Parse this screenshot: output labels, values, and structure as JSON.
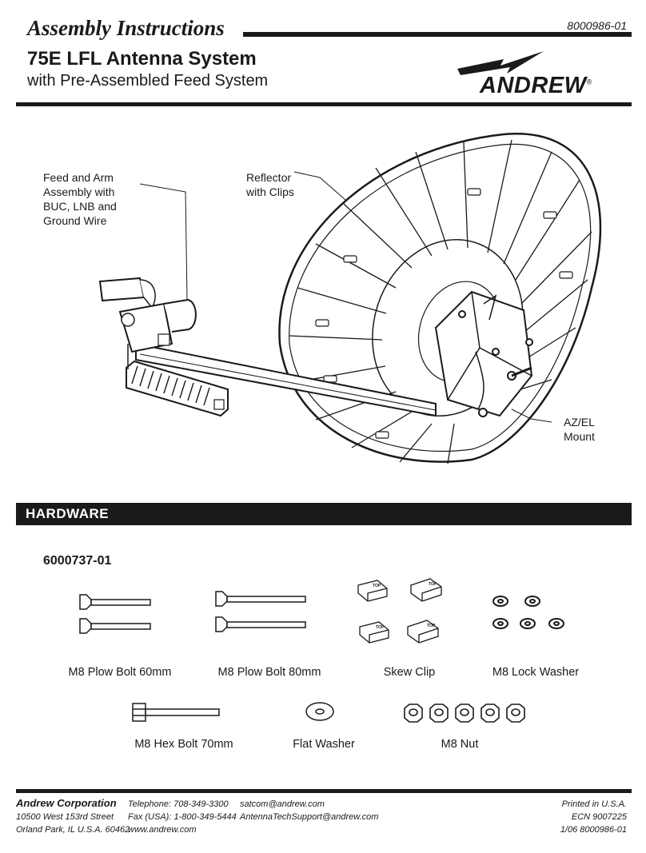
{
  "header": {
    "doc_type": "Assembly Instructions",
    "doc_number": "8000986-01",
    "product": "75E LFL Antenna System",
    "subtitle": "with Pre-Assembled Feed System",
    "brand": "ANDREW",
    "brand_mark": "®"
  },
  "figure": {
    "callout_feed": "Feed and Arm\nAssembly with\nBUC, LNB and\nGround Wire",
    "callout_reflector": "Reflector\nwith Clips",
    "callout_mount": "AZ/EL\nMount"
  },
  "hardware": {
    "section_title": "HARDWARE",
    "kit_number": "6000737-01",
    "parts": [
      {
        "label": "M8 Plow Bolt 60mm"
      },
      {
        "label": "M8 Plow Bolt 80mm"
      },
      {
        "label": "Skew Clip"
      },
      {
        "label": "M8 Lock Washer"
      },
      {
        "label": "M8 Hex Bolt 70mm"
      },
      {
        "label": "Flat Washer"
      },
      {
        "label": "M8 Nut"
      }
    ],
    "clip_stamp": "TOP"
  },
  "footer": {
    "company": "Andrew Corporation",
    "address": "10500 West 153rd Street\nOrland Park, IL U.S.A. 60462",
    "phones": "Telephone:  708-349-3300\nFax (USA):  1-800-349-5444\nwww.andrew.com",
    "emails": "satcom@andrew.com\nAntennaTechSupport@andrew.com",
    "print_info": "Printed in U.S.A.\nECN 9007225\n1/06  8000986-01"
  },
  "colors": {
    "ink": "#1a1a1a",
    "paper": "#ffffff"
  }
}
